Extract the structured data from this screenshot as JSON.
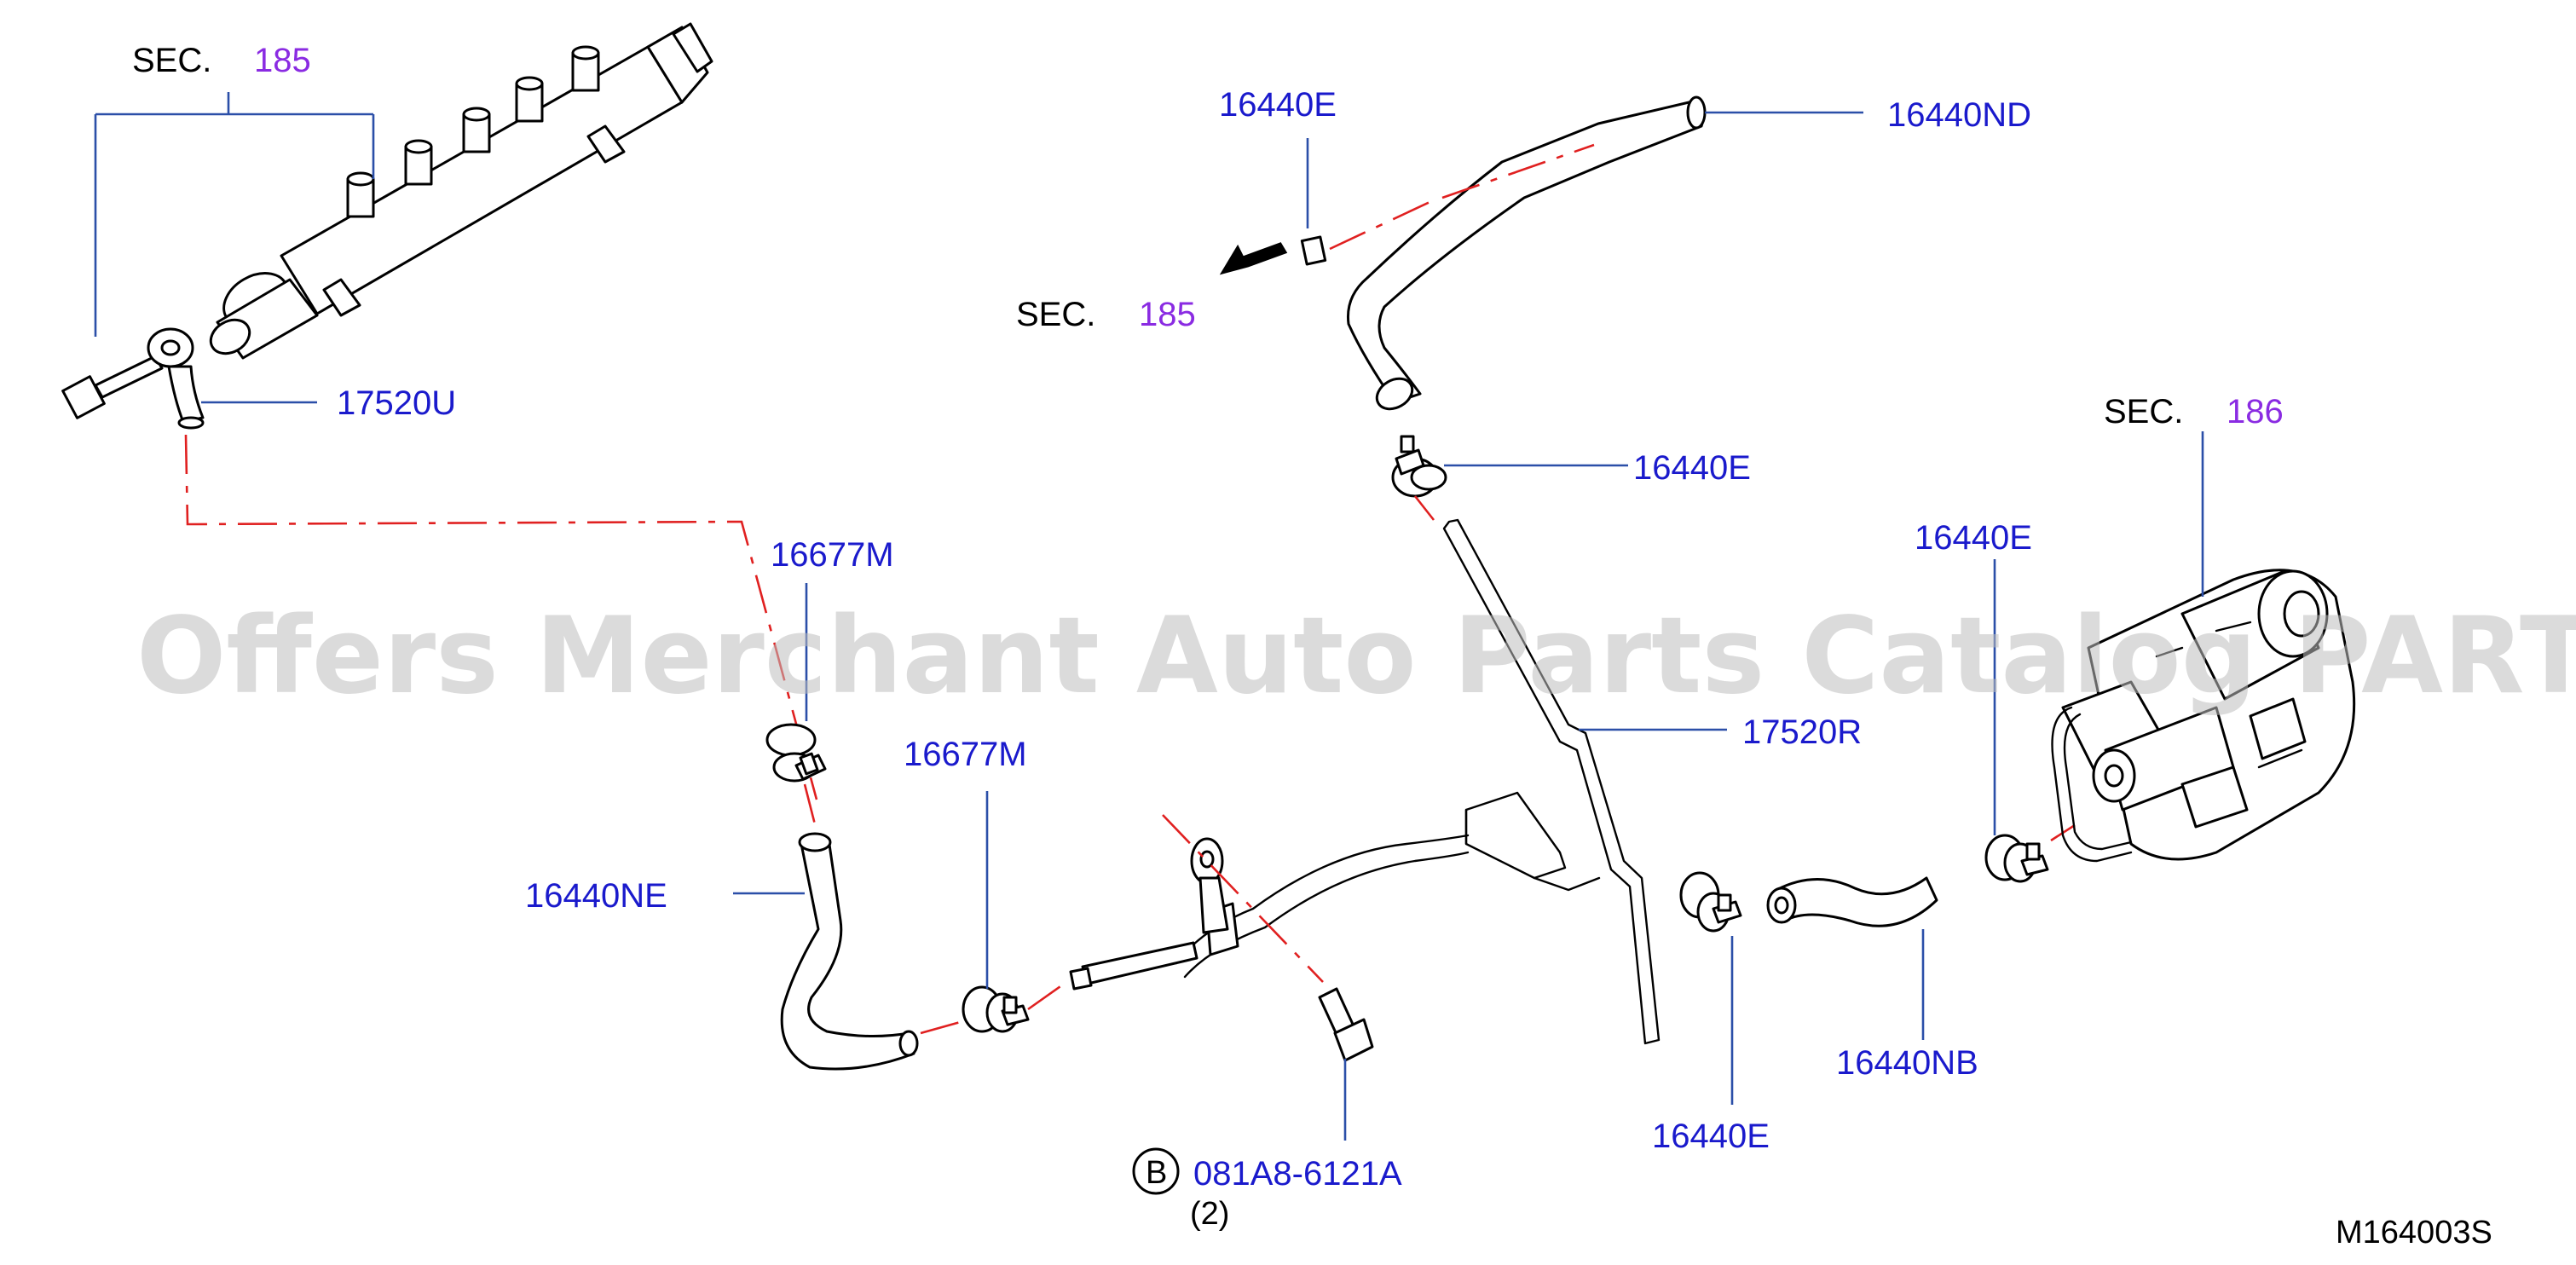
{
  "watermark": "Offers Merchant Auto Parts Catalog PARTSTORE.SA",
  "diagram_code": "M164003S",
  "sections": [
    {
      "prefix": "SEC.",
      "number": "185"
    },
    {
      "prefix": "SEC.",
      "number": "185"
    },
    {
      "prefix": "SEC.",
      "number": "186"
    }
  ],
  "callouts": [
    "17520U",
    "16440E",
    "16440ND",
    "16440E",
    "16677M",
    "16440E",
    "17520R",
    "16677M",
    "16440NE",
    "16440NB",
    "16440E",
    "081A8-6121A"
  ],
  "bolt_ref": {
    "badge": "B",
    "quantity": "(2)"
  },
  "colors": {
    "callout": "#1a1acc",
    "section_number": "#8a2be2",
    "leader": "#2b4fa8",
    "phantom_line": "#e02020"
  }
}
